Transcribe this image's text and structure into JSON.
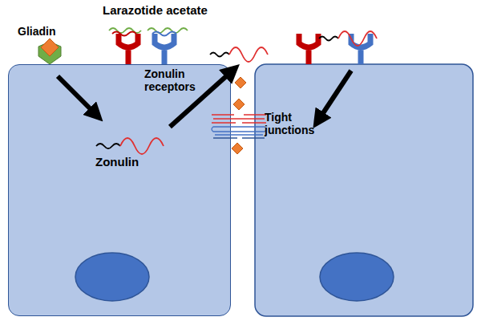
{
  "diagram": {
    "nodes": [
      {
        "text": [
          "Zonulin"
        ]
      }
    ],
    "labels": [
      "Larazotide acetate",
      "Gliadin",
      "Zonulin receptors",
      "Tight junctions"
    ]
  }
}
